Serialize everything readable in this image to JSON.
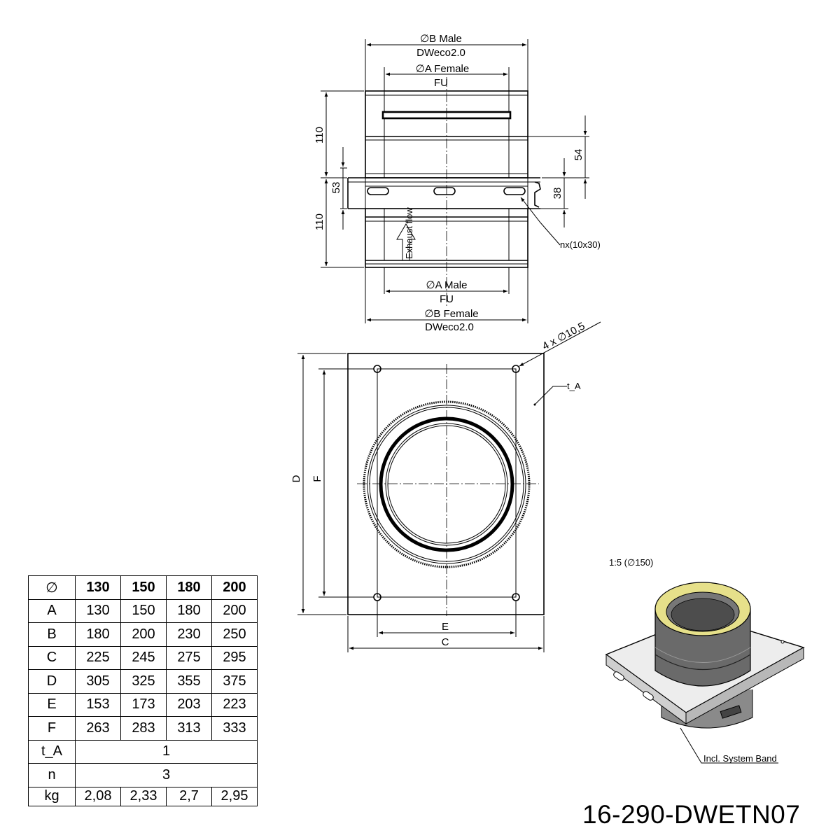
{
  "top_view": {
    "dim_b_male": "∅B Male",
    "dim_b_male_sub": "DWeco2.0",
    "dim_a_female": "∅A Female",
    "dim_a_female_sub": "FU",
    "dim_a_male": "∅A Male",
    "dim_a_male_sub": "FU",
    "dim_b_female": "∅B Female",
    "dim_b_female_sub": "DWeco2.0",
    "dim_110_upper": "110",
    "dim_110_lower": "110",
    "dim_53": "53",
    "dim_54": "54",
    "dim_38": "38",
    "slot_label": "nx(10x30)",
    "flow_label": "Exhaust flow"
  },
  "plan_view": {
    "holes_label": "4 x ∅10,5",
    "thickness_label": "t_A",
    "dim_d": "D",
    "dim_f": "F",
    "dim_e": "E",
    "dim_c": "C"
  },
  "iso_view": {
    "scale_label": "1:5 (∅150)",
    "band_label": "Incl. System Band"
  },
  "table": {
    "header": [
      "∅",
      "130",
      "150",
      "180",
      "200"
    ],
    "rows": [
      [
        "A",
        "130",
        "150",
        "180",
        "200"
      ],
      [
        "B",
        "180",
        "200",
        "230",
        "250"
      ],
      [
        "C",
        "225",
        "245",
        "275",
        "295"
      ],
      [
        "D",
        "305",
        "325",
        "355",
        "375"
      ],
      [
        "E",
        "153",
        "173",
        "203",
        "223"
      ],
      [
        "F",
        "263",
        "283",
        "313",
        "333"
      ]
    ],
    "t_a": {
      "label": "t_A",
      "value": "1"
    },
    "n": {
      "label": "n",
      "value": "3"
    },
    "kg": {
      "label": "kg",
      "values": [
        "2,08",
        "2,33",
        "2,7",
        "2,95"
      ]
    }
  },
  "part_code": "16-290-DWETN07"
}
